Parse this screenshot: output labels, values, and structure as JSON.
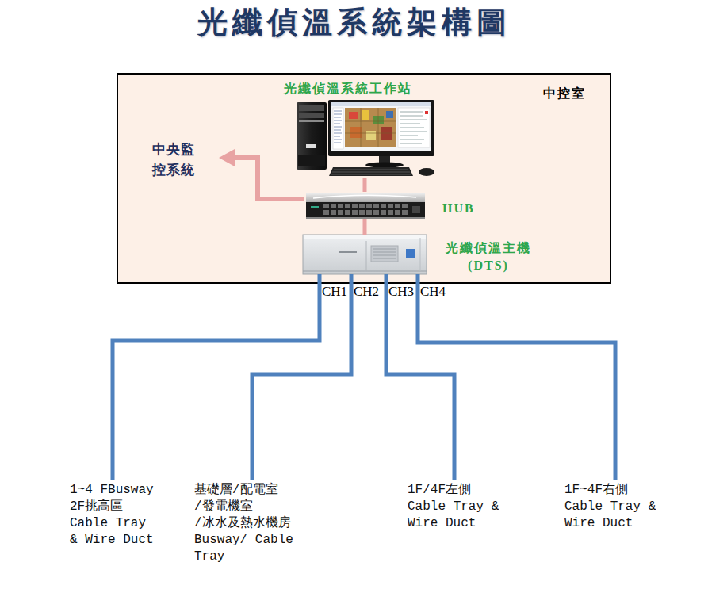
{
  "diagram": {
    "title": "光纖偵溫系統架構圖",
    "nodes": [
      {
        "text": [
          "中控室"
        ]
      },
      {
        "text": [
          "光纖偵溫系統工作站"
        ],
        "in": 0
      },
      {
        "text": [
          "中央監 控系統"
        ],
        "in": 0
      },
      {
        "text": [
          "HUB"
        ],
        "in": 0
      },
      {
        "text": [
          "光纖偵溫主機 (DTS)"
        ],
        "in": 0
      },
      {
        "text": [
          "1~4 FBusway 2F挑高區 Cable Tray & Wire Duct"
        ]
      },
      {
        "text": [
          "基礎層/配電室 /發電機室 /冰水及熱水機房 Busway/ Cable Tray"
        ]
      },
      {
        "text": [
          "1F/4F左側 Cable Tray & Wire Duct"
        ]
      },
      {
        "text": [
          "1F~4F右側 Cable Tray & Wire Duct"
        ]
      }
    ],
    "edges": [
      {
        "from": 1,
        "to": 3,
        "arrow": "none"
      },
      {
        "from": 3,
        "to": 2,
        "arrow": "to"
      },
      {
        "from": 3,
        "to": 4,
        "arrow": "none"
      },
      {
        "from": 4,
        "to": 5,
        "arrow": "none",
        "label": "CH1"
      },
      {
        "from": 4,
        "to": 6,
        "arrow": "none",
        "label": "CH2"
      },
      {
        "from": 4,
        "to": 7,
        "arrow": "none",
        "label": "CH3"
      },
      {
        "from": 4,
        "to": 8,
        "arrow": "none",
        "label": "CH4"
      }
    ]
  }
}
